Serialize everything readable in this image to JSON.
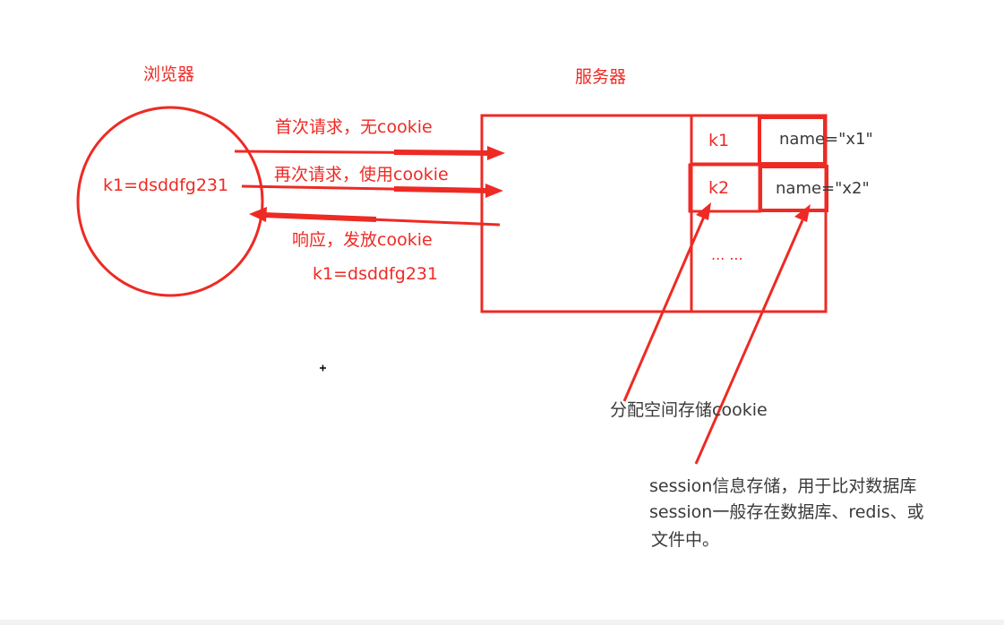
{
  "colors": {
    "accent": "#ee2a24",
    "text": "#3a3a3a"
  },
  "browser": {
    "title": "浏览器",
    "cookie_value": "k1=dsddfg231"
  },
  "server": {
    "title": "服务器",
    "rows": [
      {
        "key": "k1",
        "value": "name=\"x1\""
      },
      {
        "key": "k2",
        "value": "name=\"x2\""
      }
    ],
    "ellipsis": "... ..."
  },
  "arrows": {
    "first_request": "首次请求，无cookie",
    "second_request": "再次请求，使用cookie",
    "response": "响应，发放cookie",
    "response_cookie": "k1=dsddfg231"
  },
  "annotations": {
    "allocate": "分配空间存储cookie",
    "session_line1": "session信息存储，用于比对数据库",
    "session_line2": "session一般存在数据库、redis、或",
    "session_line3": "文件中。"
  }
}
